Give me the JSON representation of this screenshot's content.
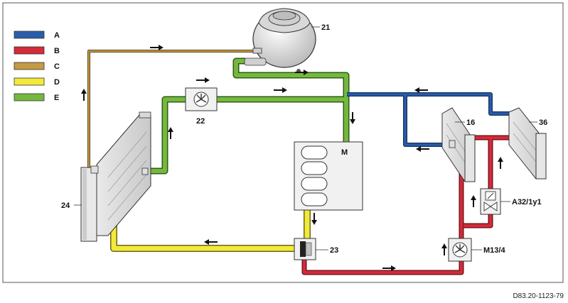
{
  "legend": [
    {
      "key": "A",
      "color": "#2a5da8"
    },
    {
      "key": "B",
      "color": "#d42a3a"
    },
    {
      "key": "C",
      "color": "#c59a45"
    },
    {
      "key": "D",
      "color": "#f2ea3a"
    },
    {
      "key": "E",
      "color": "#74b83c"
    }
  ],
  "components": {
    "expansion_tank": "21",
    "pump_22": "22",
    "valve_23": "23",
    "radiator_24": "24",
    "heat_exchanger_16": "16",
    "heat_exchanger_36": "36",
    "engine": "M",
    "pump_m13": "M13/4",
    "valve_a32": "A32/1y1"
  },
  "figure_code": "D83.20-1123-79",
  "colors": {
    "outline": "#333333",
    "component_fill": "#f1f1f1",
    "component_shade": "#cfcfcf"
  }
}
